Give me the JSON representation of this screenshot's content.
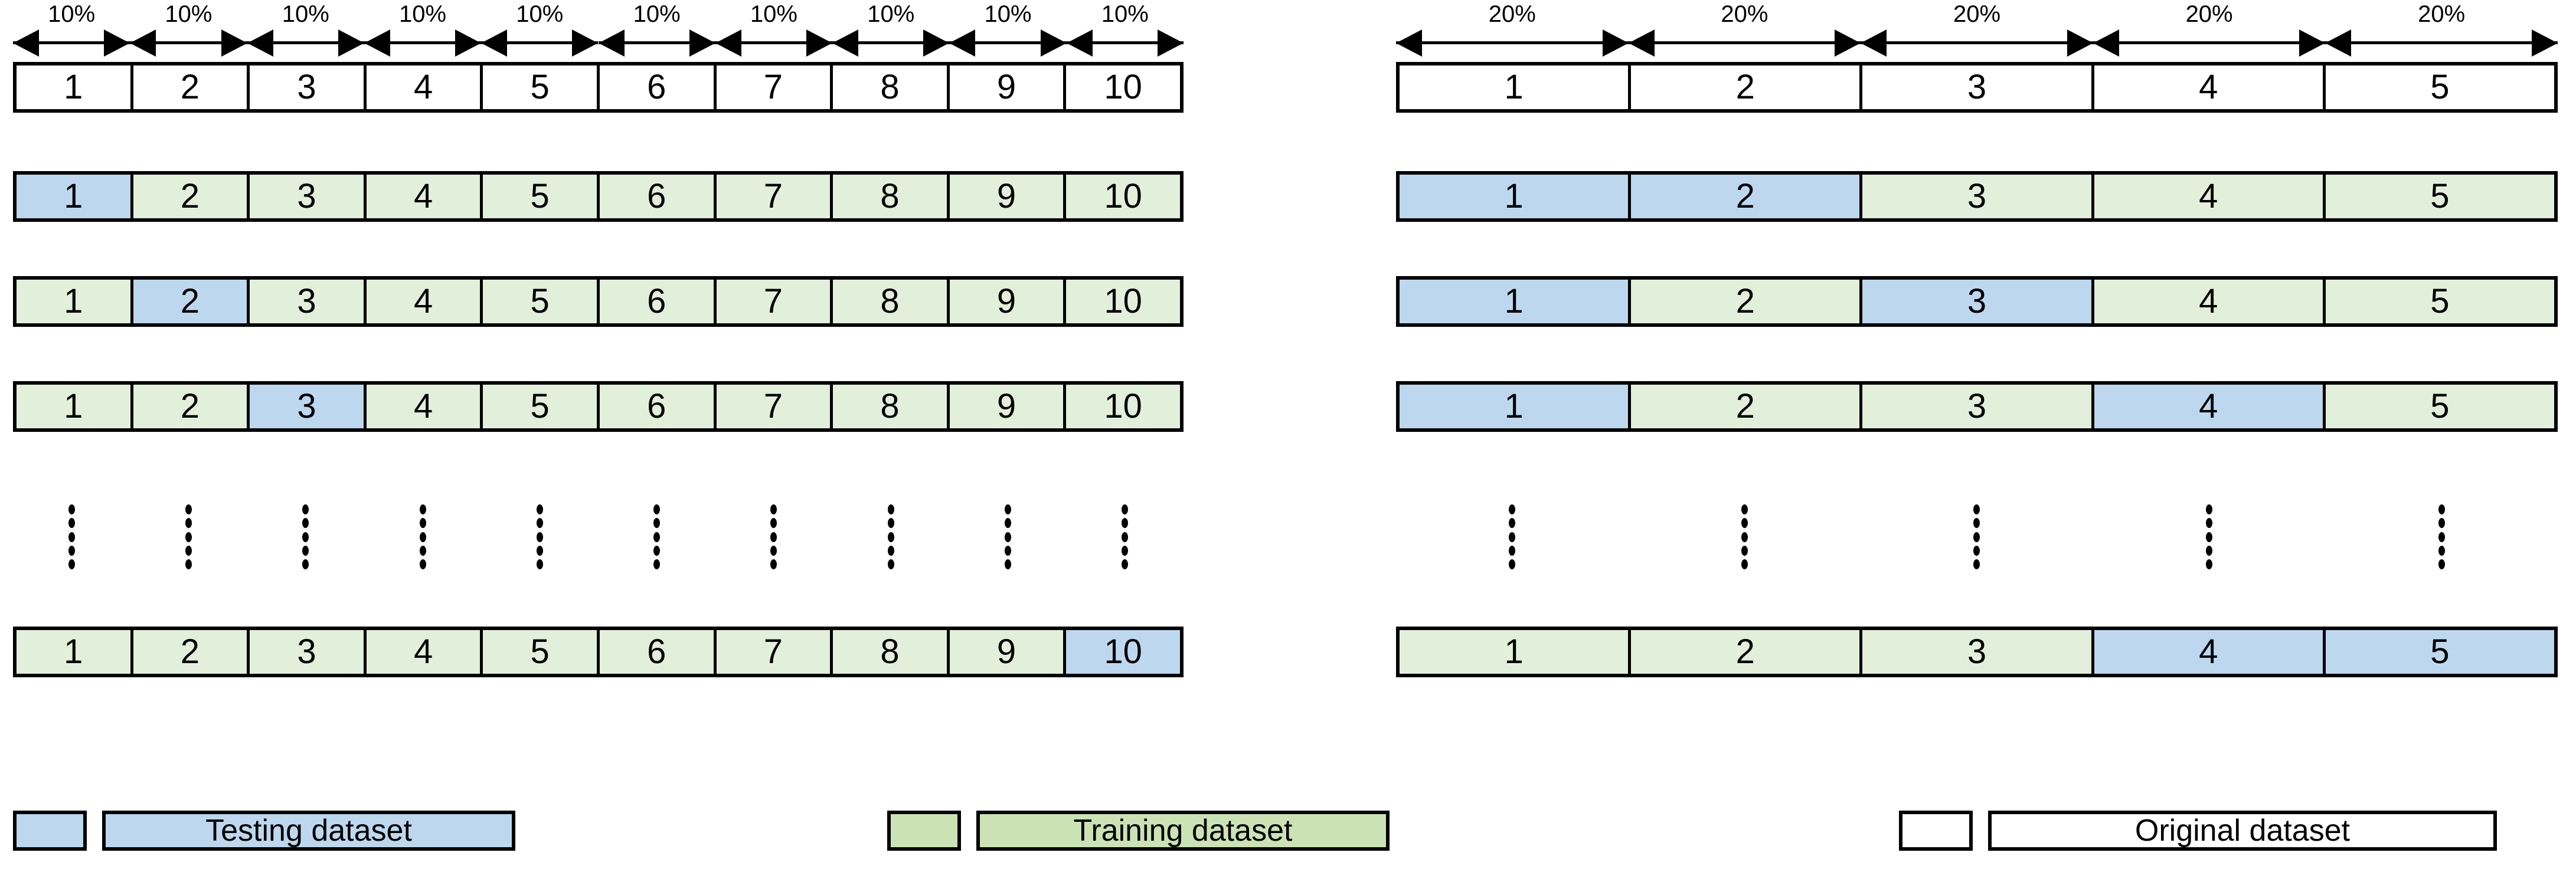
{
  "left_panel": {
    "fold_label": "10%",
    "fold_count": 10,
    "original_row": {
      "name": "original-dataset-row",
      "cells": [
        {
          "value": "1",
          "kind": "plain"
        },
        {
          "value": "2",
          "kind": "plain"
        },
        {
          "value": "3",
          "kind": "plain"
        },
        {
          "value": "4",
          "kind": "plain"
        },
        {
          "value": "5",
          "kind": "plain"
        },
        {
          "value": "6",
          "kind": "plain"
        },
        {
          "value": "7",
          "kind": "plain"
        },
        {
          "value": "8",
          "kind": "plain"
        },
        {
          "value": "9",
          "kind": "plain"
        },
        {
          "value": "10",
          "kind": "plain"
        }
      ]
    },
    "fold_rows": [
      {
        "name": "fold-row-1",
        "cells": [
          {
            "value": "1",
            "kind": "test"
          },
          {
            "value": "2",
            "kind": "train"
          },
          {
            "value": "3",
            "kind": "train"
          },
          {
            "value": "4",
            "kind": "train"
          },
          {
            "value": "5",
            "kind": "train"
          },
          {
            "value": "6",
            "kind": "train"
          },
          {
            "value": "7",
            "kind": "train"
          },
          {
            "value": "8",
            "kind": "train"
          },
          {
            "value": "9",
            "kind": "train"
          },
          {
            "value": "10",
            "kind": "train"
          }
        ]
      },
      {
        "name": "fold-row-2",
        "cells": [
          {
            "value": "1",
            "kind": "train"
          },
          {
            "value": "2",
            "kind": "test"
          },
          {
            "value": "3",
            "kind": "train"
          },
          {
            "value": "4",
            "kind": "train"
          },
          {
            "value": "5",
            "kind": "train"
          },
          {
            "value": "6",
            "kind": "train"
          },
          {
            "value": "7",
            "kind": "train"
          },
          {
            "value": "8",
            "kind": "train"
          },
          {
            "value": "9",
            "kind": "train"
          },
          {
            "value": "10",
            "kind": "train"
          }
        ]
      },
      {
        "name": "fold-row-3",
        "cells": [
          {
            "value": "1",
            "kind": "train"
          },
          {
            "value": "2",
            "kind": "train"
          },
          {
            "value": "3",
            "kind": "test"
          },
          {
            "value": "4",
            "kind": "train"
          },
          {
            "value": "5",
            "kind": "train"
          },
          {
            "value": "6",
            "kind": "train"
          },
          {
            "value": "7",
            "kind": "train"
          },
          {
            "value": "8",
            "kind": "train"
          },
          {
            "value": "9",
            "kind": "train"
          },
          {
            "value": "10",
            "kind": "train"
          }
        ]
      }
    ],
    "last_row": {
      "name": "fold-row-last",
      "cells": [
        {
          "value": "1",
          "kind": "train"
        },
        {
          "value": "2",
          "kind": "train"
        },
        {
          "value": "3",
          "kind": "train"
        },
        {
          "value": "4",
          "kind": "train"
        },
        {
          "value": "5",
          "kind": "train"
        },
        {
          "value": "6",
          "kind": "train"
        },
        {
          "value": "7",
          "kind": "train"
        },
        {
          "value": "8",
          "kind": "train"
        },
        {
          "value": "9",
          "kind": "train"
        },
        {
          "value": "10",
          "kind": "test"
        }
      ]
    }
  },
  "right_panel": {
    "fold_label": "20%",
    "fold_count": 5,
    "original_row": {
      "name": "original-dataset-row",
      "cells": [
        {
          "value": "1",
          "kind": "plain"
        },
        {
          "value": "2",
          "kind": "plain"
        },
        {
          "value": "3",
          "kind": "plain"
        },
        {
          "value": "4",
          "kind": "plain"
        },
        {
          "value": "5",
          "kind": "plain"
        }
      ]
    },
    "fold_rows": [
      {
        "name": "fold-row-1",
        "cells": [
          {
            "value": "1",
            "kind": "test"
          },
          {
            "value": "2",
            "kind": "test"
          },
          {
            "value": "3",
            "kind": "train"
          },
          {
            "value": "4",
            "kind": "train"
          },
          {
            "value": "5",
            "kind": "train"
          }
        ]
      },
      {
        "name": "fold-row-2",
        "cells": [
          {
            "value": "1",
            "kind": "test"
          },
          {
            "value": "2",
            "kind": "train"
          },
          {
            "value": "3",
            "kind": "test"
          },
          {
            "value": "4",
            "kind": "train"
          },
          {
            "value": "5",
            "kind": "train"
          }
        ]
      },
      {
        "name": "fold-row-3",
        "cells": [
          {
            "value": "1",
            "kind": "test"
          },
          {
            "value": "2",
            "kind": "train"
          },
          {
            "value": "3",
            "kind": "train"
          },
          {
            "value": "4",
            "kind": "test"
          },
          {
            "value": "5",
            "kind": "train"
          }
        ]
      }
    ],
    "last_row": {
      "name": "fold-row-last",
      "cells": [
        {
          "value": "1",
          "kind": "train"
        },
        {
          "value": "2",
          "kind": "train"
        },
        {
          "value": "3",
          "kind": "train"
        },
        {
          "value": "4",
          "kind": "test"
        },
        {
          "value": "5",
          "kind": "test"
        }
      ]
    }
  },
  "legend": {
    "items": [
      {
        "name": "legend-testing",
        "label": "Testing dataset",
        "color": "#bdd7ee"
      },
      {
        "name": "legend-training",
        "label": "Training dataset",
        "color": "#cbe3b4"
      },
      {
        "name": "legend-original",
        "label": "Original dataset",
        "color": "#ffffff"
      }
    ]
  },
  "colors": {
    "testing": "#bdd7ee",
    "training": "#e2efda",
    "original": "#ffffff",
    "outline": "#000000",
    "background": "#ffffff"
  },
  "ellipsis": {
    "name": "vertical-ellipsis",
    "dot_count": 5
  }
}
